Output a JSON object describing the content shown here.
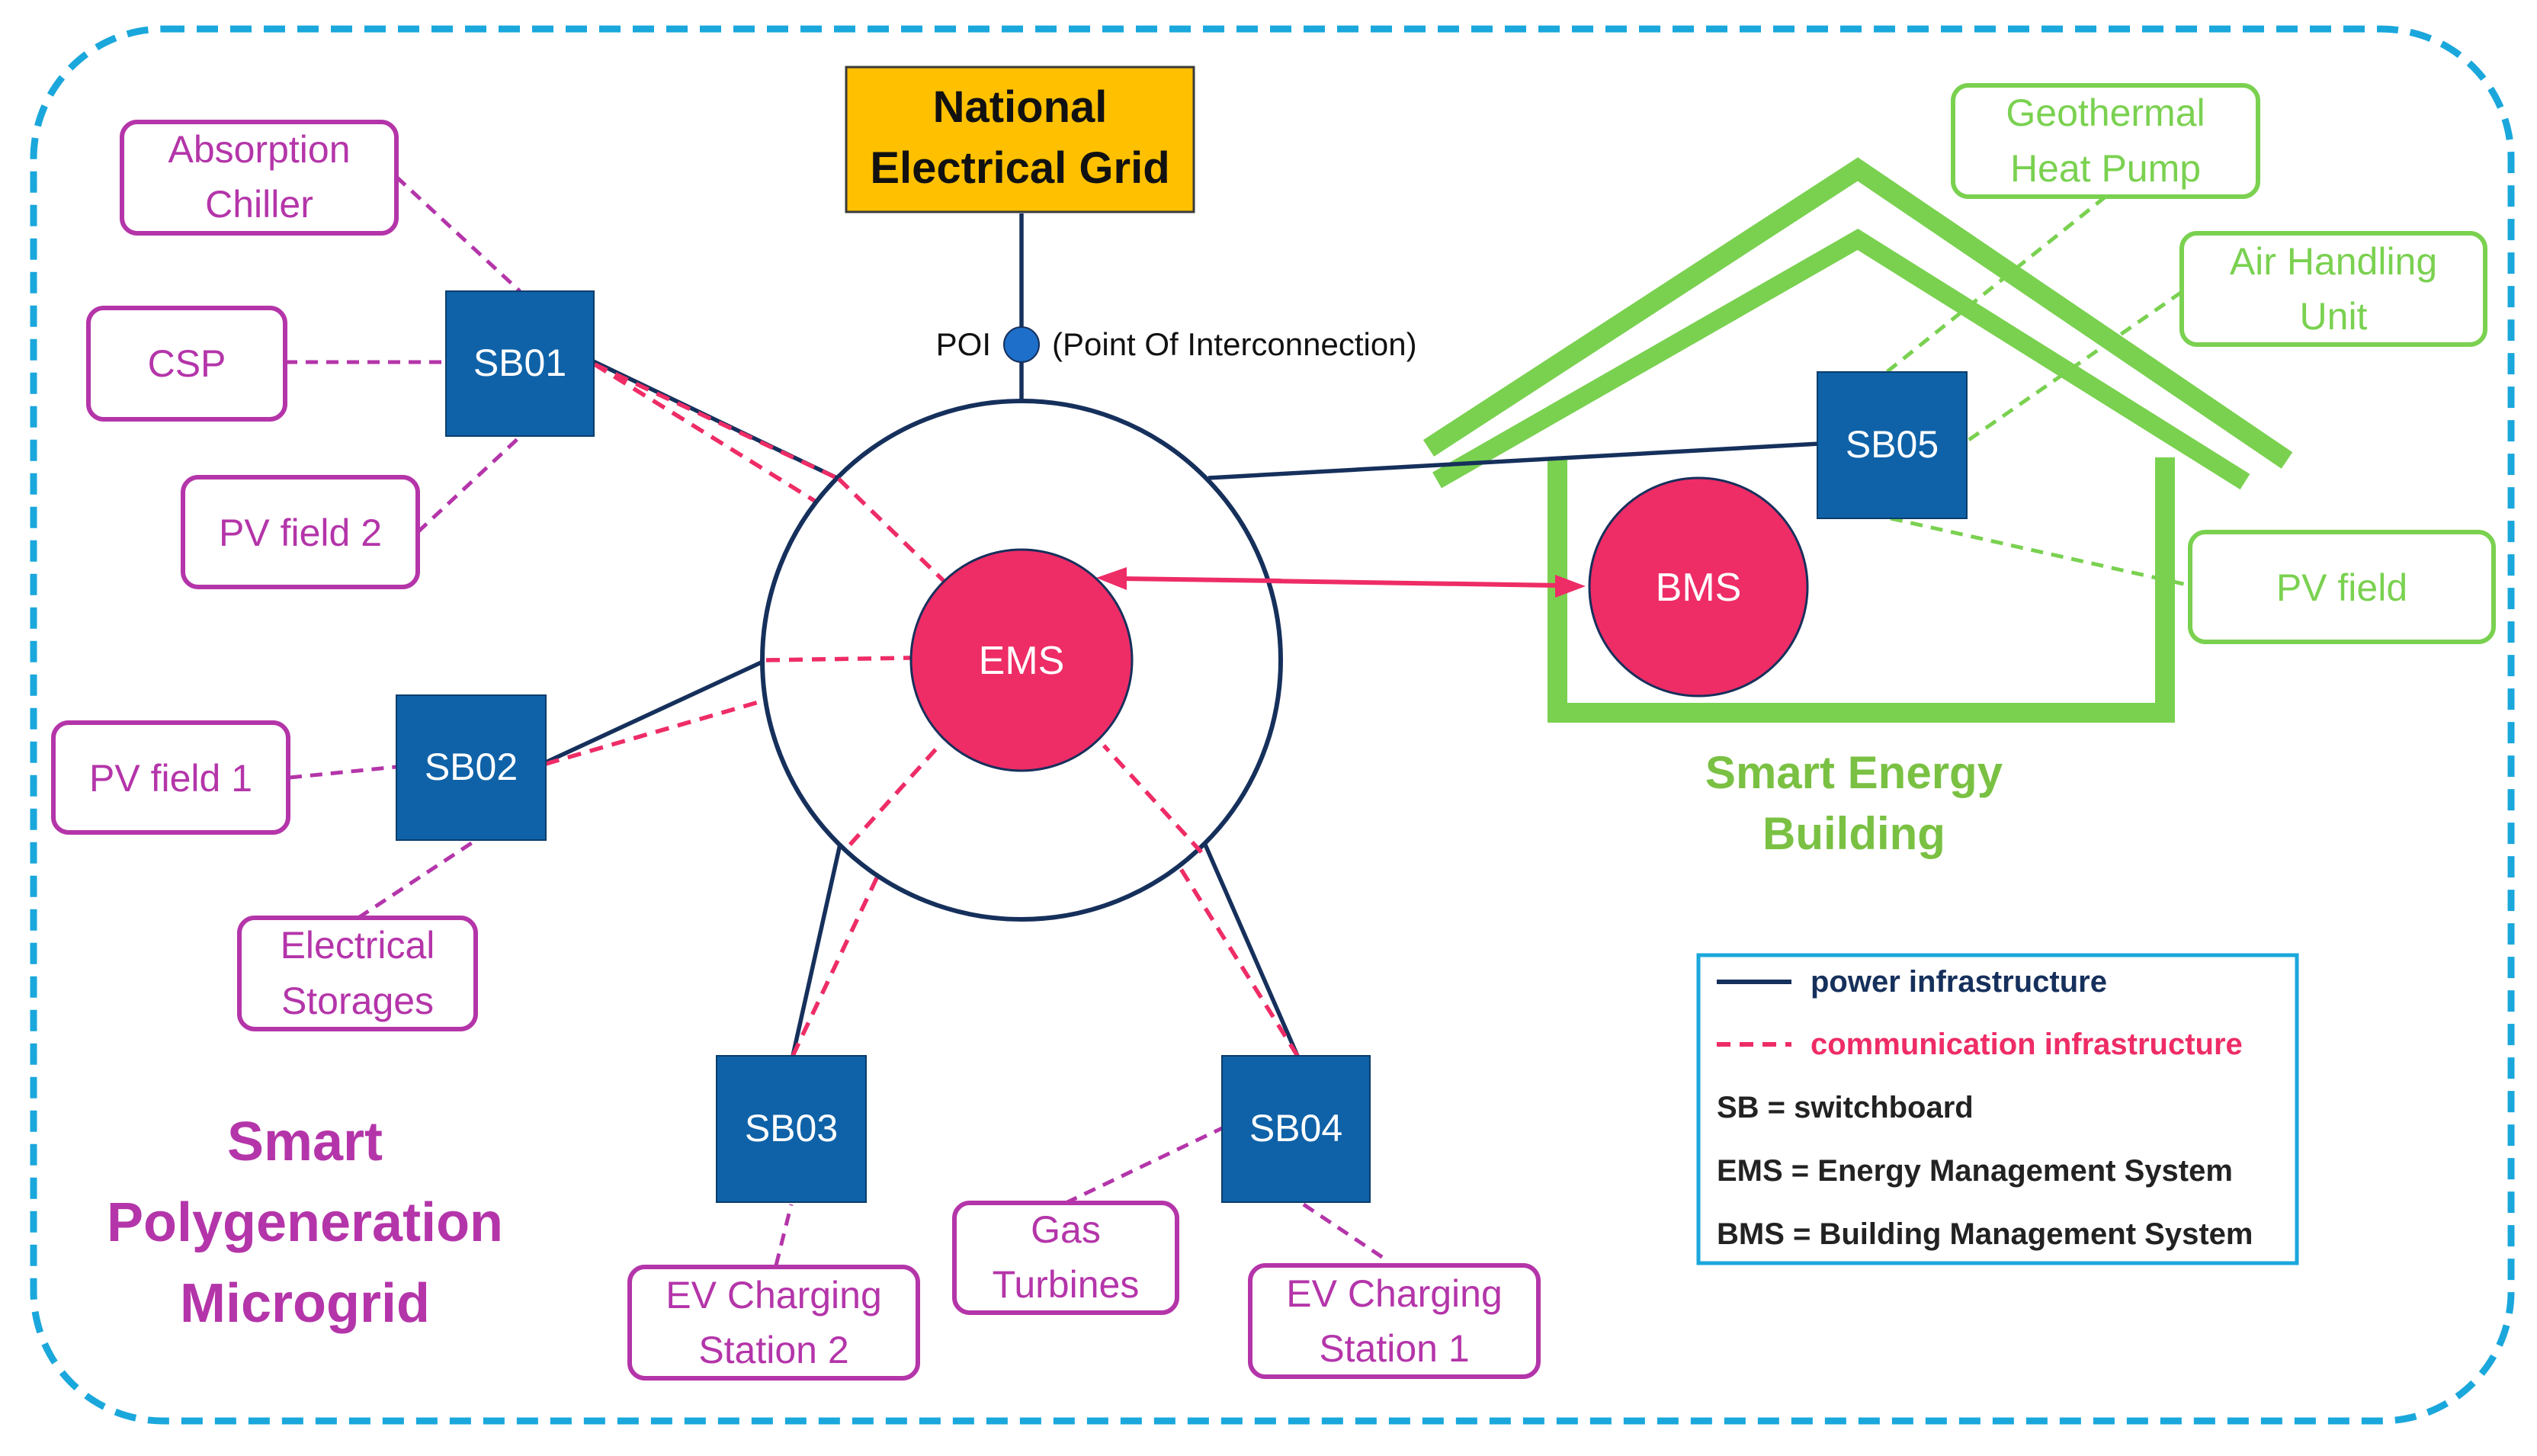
{
  "grid": {
    "line1": "National",
    "line2": "Electrical Grid"
  },
  "poi": {
    "label": "POI",
    "description": "(Point Of Interconnection)"
  },
  "ems": "EMS",
  "bms": "BMS",
  "switchboards": {
    "sb01": "SB01",
    "sb02": "SB02",
    "sb03": "SB03",
    "sb04": "SB04",
    "sb05": "SB05"
  },
  "devices": {
    "absorption_chiller": [
      "Absorption",
      "Chiller"
    ],
    "csp": "CSP",
    "pv_field_2": "PV field 2",
    "pv_field_1": "PV field 1",
    "electrical_storages": [
      "Electrical",
      "Storages"
    ],
    "ev_charging_2": [
      "EV Charging",
      "Station 2"
    ],
    "gas_turbines": [
      "Gas",
      "Turbines"
    ],
    "ev_charging_1": [
      "EV Charging",
      "Station 1"
    ],
    "geothermal": [
      "Geothermal",
      "Heat Pump"
    ],
    "air_handling": [
      "Air Handling",
      "Unit"
    ],
    "pv_field": "PV field"
  },
  "titles": {
    "microgrid": [
      "Smart",
      "Polygeneration",
      "Microgrid"
    ],
    "building": [
      "Smart Energy",
      "Building"
    ]
  },
  "legend": {
    "power": "power infrastructure",
    "comm": "communication infrastructure",
    "sb": "SB = switchboard",
    "ems": "EMS = Energy Management System",
    "bms": "BMS = Building Management System"
  },
  "colors": {
    "purple": "#b435a9",
    "green": "#7ad150",
    "navy": "#16305c",
    "pink": "#ee2c66",
    "switchboard_blue": "#0f62a8",
    "grid_yellow": "#ffc000",
    "border_cyan": "#1aa7dc"
  }
}
